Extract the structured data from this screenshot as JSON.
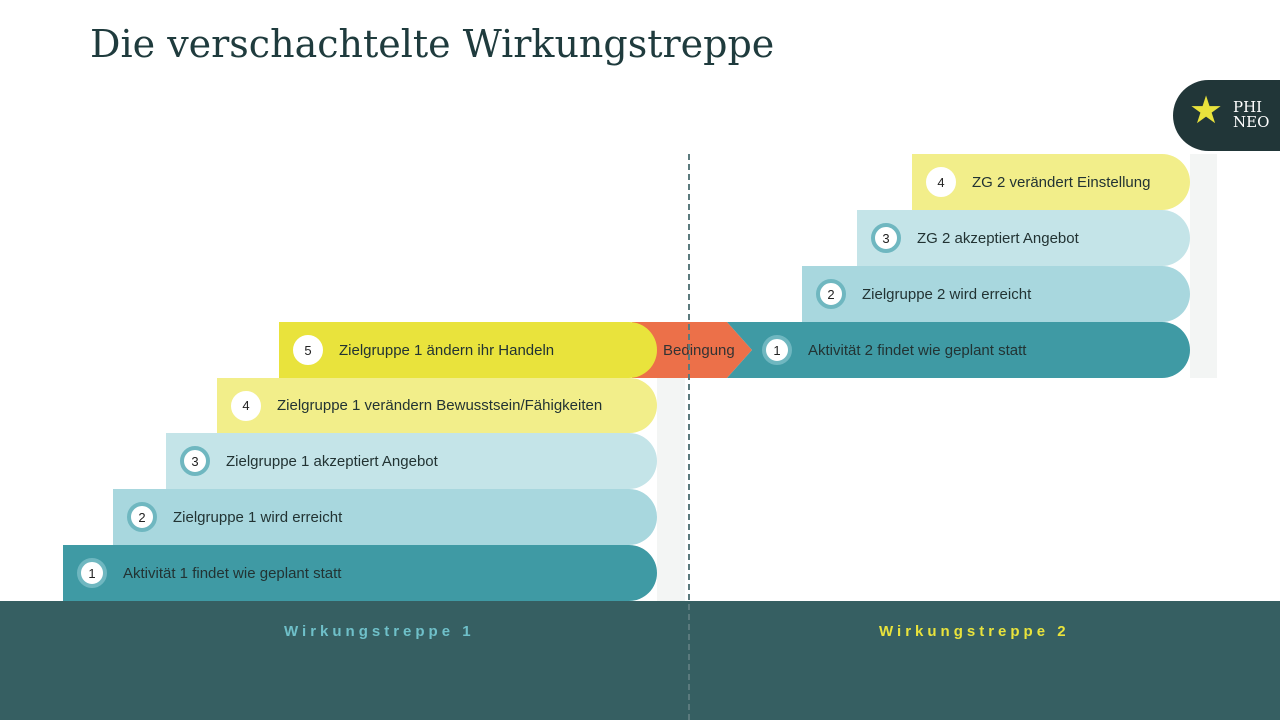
{
  "title": "Die verschachtelte Wirkungstreppe",
  "logo": {
    "line1": "PHI",
    "line2": "NEO"
  },
  "condition": "Bedingung",
  "stair1": {
    "label": "Wirkungstreppe 1",
    "steps": [
      {
        "n": "1",
        "text": "Aktivität 1 findet wie geplant statt"
      },
      {
        "n": "2",
        "text": "Zielgruppe 1 wird erreicht"
      },
      {
        "n": "3",
        "text": "Zielgruppe 1 akzeptiert Angebot"
      },
      {
        "n": "4",
        "text": "Zielgruppe 1 verändern Bewusstsein/Fähigkeiten"
      },
      {
        "n": "5",
        "text": "Zielgruppe 1 ändern ihr Handeln"
      }
    ]
  },
  "stair2": {
    "label": "Wirkungstreppe 2",
    "steps": [
      {
        "n": "1",
        "text": "Aktivität 2 findet wie geplant statt"
      },
      {
        "n": "2",
        "text": "Zielgruppe 2 wird erreicht"
      },
      {
        "n": "3",
        "text": "ZG 2 akzeptiert Angebot"
      },
      {
        "n": "4",
        "text": "ZG 2 verändert Einstellung"
      }
    ]
  },
  "colors": {
    "teal": "#3f9aa4",
    "yellow": "#e9e33c",
    "orange": "#ec7049",
    "footer": "#365f62"
  }
}
